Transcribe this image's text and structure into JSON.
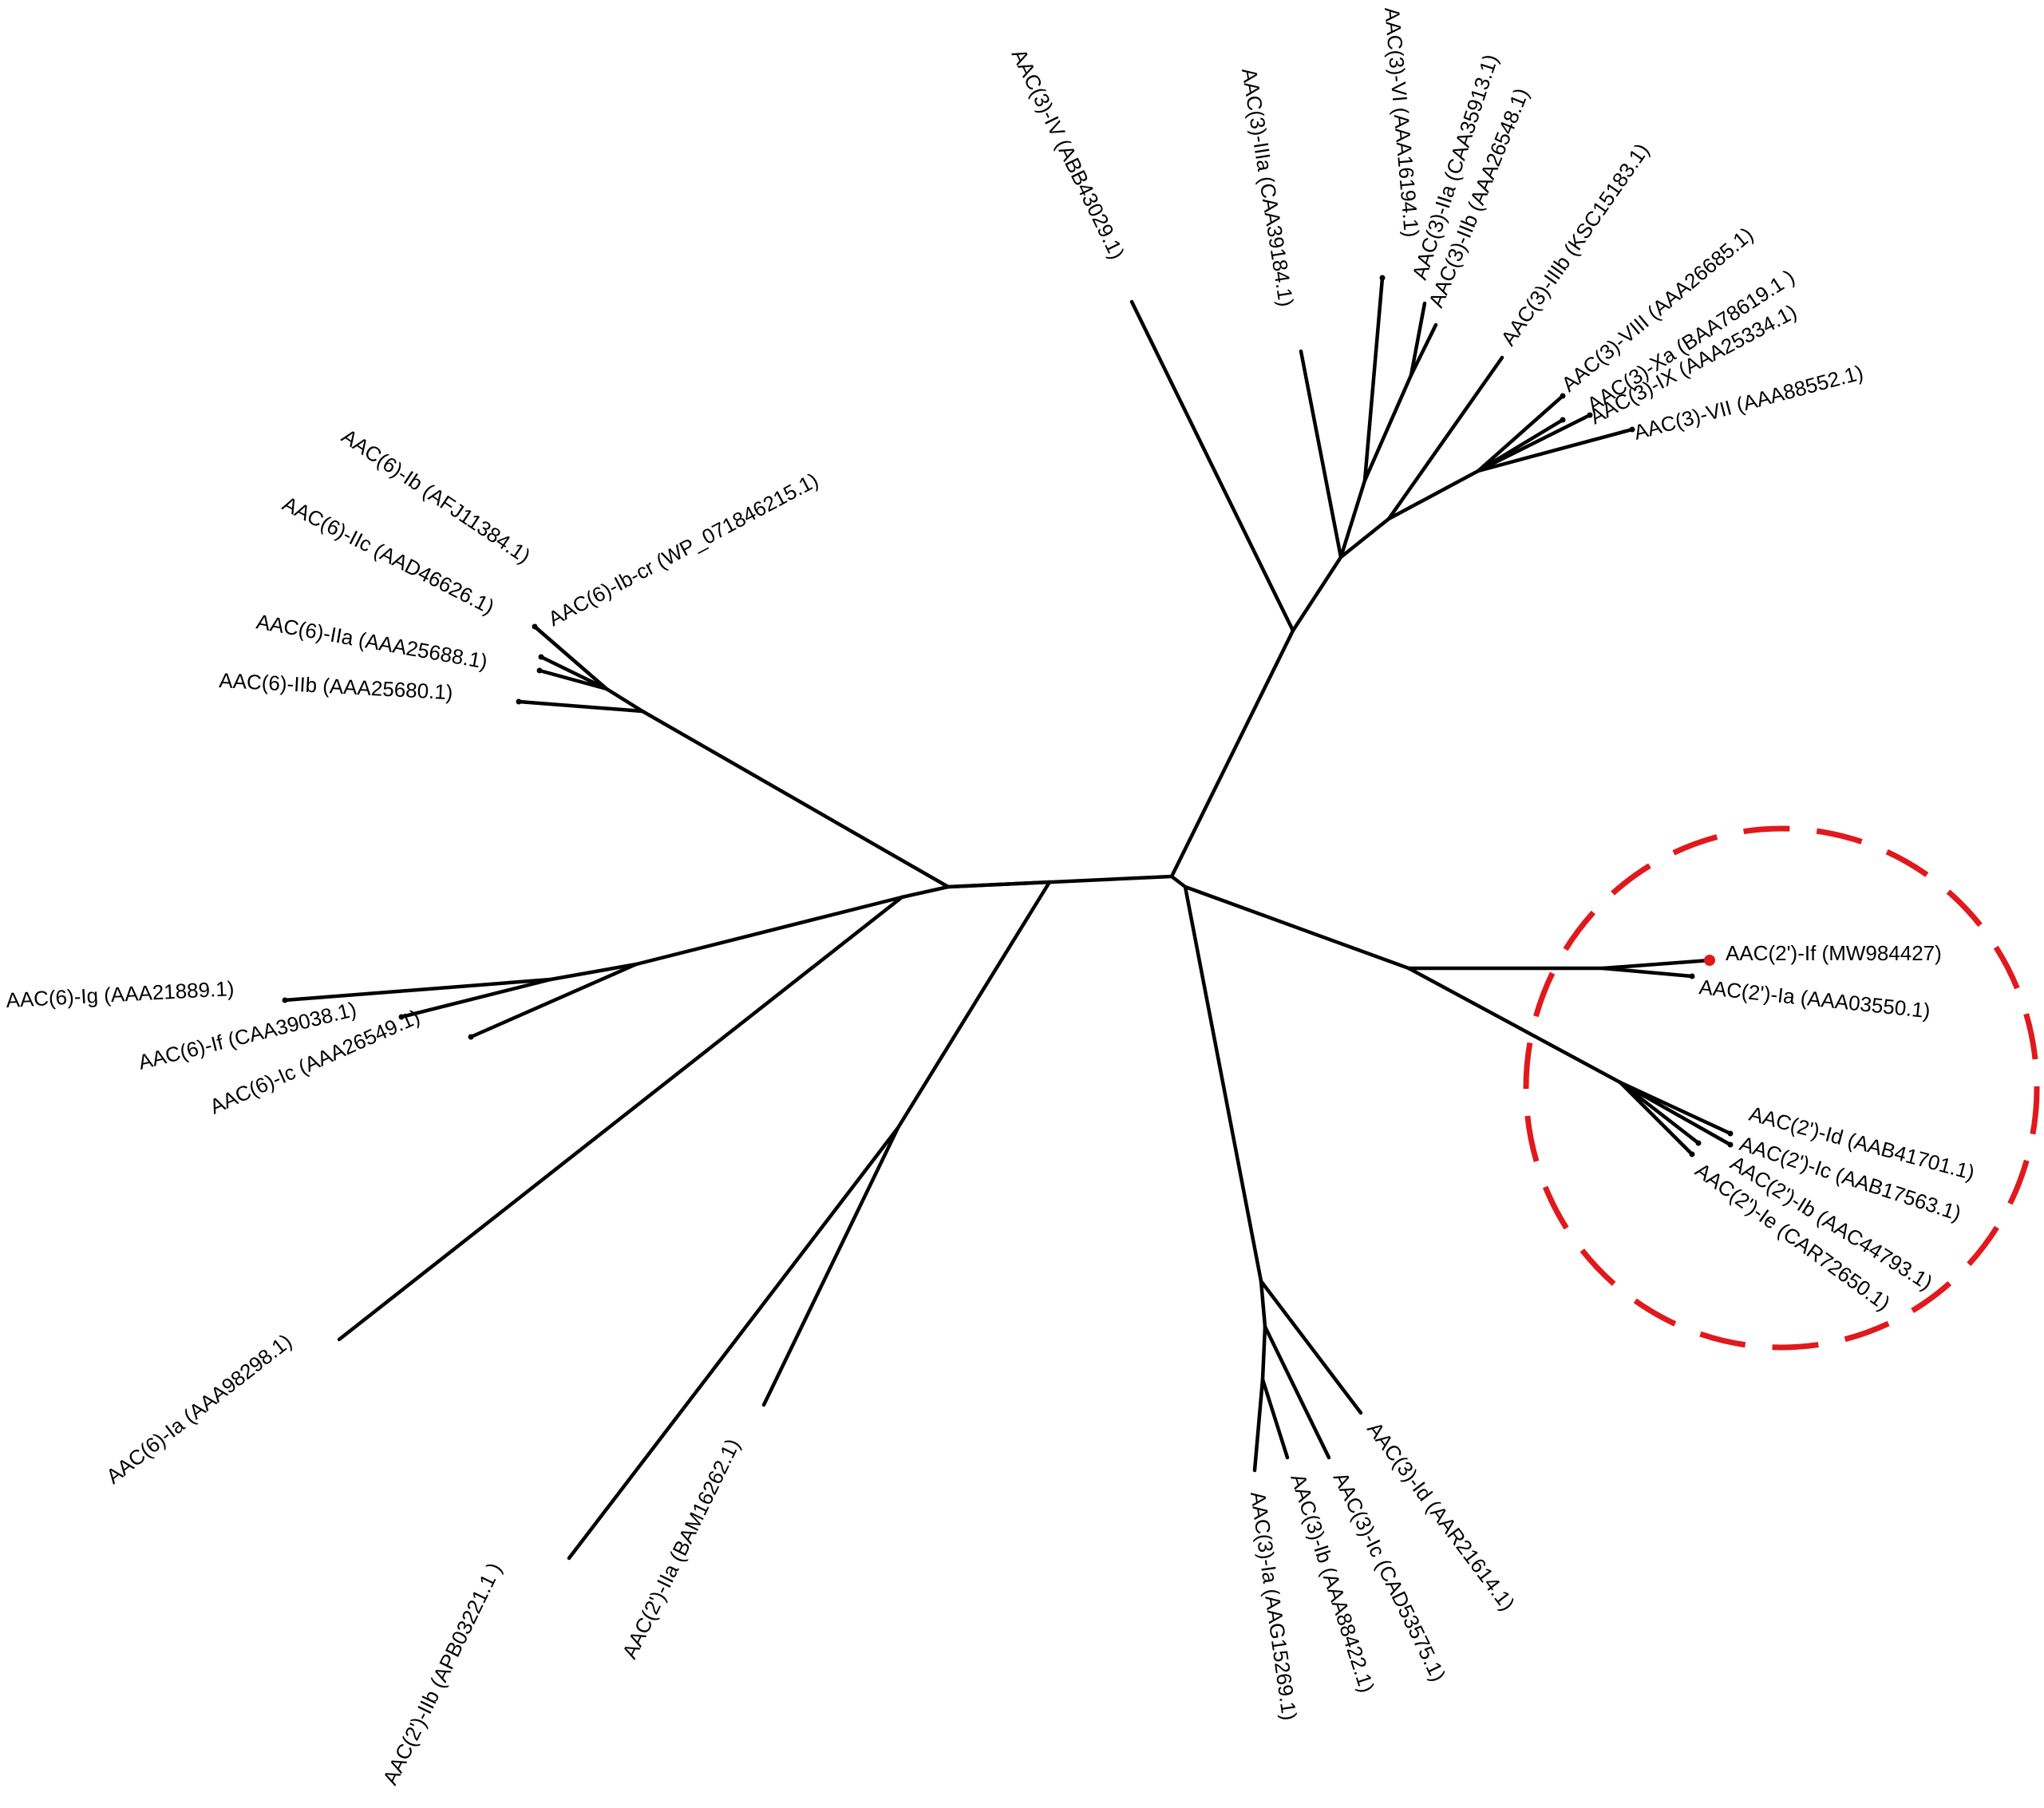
{
  "figure": {
    "type": "unrooted-phylogenetic-tree",
    "highlight_color": "#e0191d",
    "query_node_color": "#e0191d",
    "line_color": "#000000",
    "highlighted_clade": "AAC(2')-I",
    "query_sequence": "AAC(2')-If (MW984427)"
  },
  "labels": {
    "aac6_ib_cr": "AAC(6)-Ib-cr (WP_071846215.1)",
    "aac6_ib": "AAC(6)-Ib (AFJ11384.1)",
    "aac6_iic": "AAC(6)-IIc (AAD46626.1)",
    "aac6_iia": "AAC(6)-IIa (AAA25688.1)",
    "aac6_iib": "AAC(6)-IIb (AAA25680.1)",
    "aac3_iv": "AAC(3)-IV (ABB43029.1)",
    "aac3_iiia": "AAC(3)-IIIa (CAA39184.1)",
    "aac3_vi": "AAC(3)-VI (AAA16194.1)",
    "aac3_iia": "AAC(3)-IIa (CAA35913.1)",
    "aac3_iib": "AAC(3)-IIb (AAA26548.1)",
    "aac3_iiib": "AAC(3)-IIIb (KSC15183.1)",
    "aac3_viii": "AAC(3)-VIII (AAA26685.1)",
    "aac3_xa": "AAC(3)-Xa (BAA78619.1 )",
    "aac3_ix": "AAC(3)-IX (AAA25334.1)",
    "aac3_vii": "AAC(3)-VII (AAA88552.1)",
    "aac2_if": "AAC(2')-If (MW984427)",
    "aac2_ia": "AAC(2')-Ia (AAA03550.1)",
    "aac2_id": "AAC(2')-Id (AAB41701.1)",
    "aac2_ic": "AAC(2')-Ic (AAB17563.1)",
    "aac2_ib": "AAC(2')-Ib (AAC44793.1)",
    "aac2_ie": "AAC(2')-Ie (CAR72650.1)",
    "aac6_ig": "AAC(6)-Ig (AAA21889.1)",
    "aac6_if": "AAC(6)-If (CAA39038.1)",
    "aac6_ic": "AAC(6)-Ic (AAA26549.1)",
    "aac6_ia": "AAC(6)-Ia (AAA98298.1)",
    "aac2_iib": "AAC(2')-IIb (APB03221.1 )",
    "aac2_iia": "AAC(2')-IIa (BAM16262.1)",
    "aac3_ia": "AAC(3)-Ia (AAG15269.1)",
    "aac3_ib": "AAC(3)-Ib (AAA88422.1)",
    "aac3_ic": "AAC(3)-Ic (CAD53575.1)",
    "aac3_id": "AAC(3)-Id (AAR21614.1)"
  }
}
